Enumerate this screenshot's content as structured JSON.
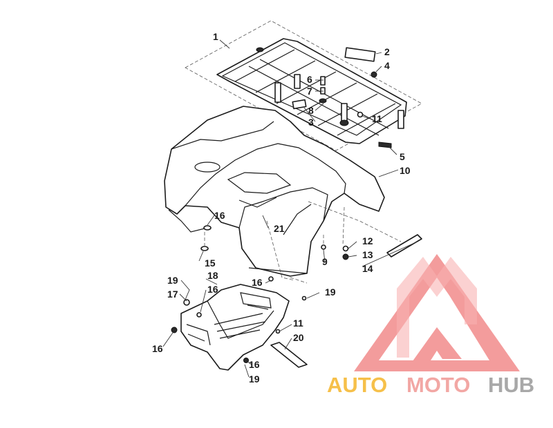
{
  "diagram": {
    "callouts": {
      "c1": "1",
      "c2": "2",
      "c3": "3",
      "c4": "4",
      "c5": "5",
      "c6": "6",
      "c7": "7",
      "c8": "8",
      "c9": "9",
      "c10": "10",
      "c11a": "11",
      "c11b": "11",
      "c12": "12",
      "c13": "13",
      "c14": "14",
      "c15": "15",
      "c16a": "16",
      "c16b": "16",
      "c16c": "16",
      "c16d": "16",
      "c16e": "16",
      "c17": "17",
      "c18": "18",
      "c19a": "19",
      "c19b": "19",
      "c19c": "19",
      "c20": "20",
      "c21": "21"
    }
  },
  "watermark": {
    "word_part1": "AUTO",
    "word_part2": "MOTO",
    "word_part3": "HUB",
    "colors": {
      "part1": "#f6c04a",
      "part2": "#f2a7a4",
      "part3": "#a8a8a8",
      "logo": "#f26b6b"
    }
  }
}
